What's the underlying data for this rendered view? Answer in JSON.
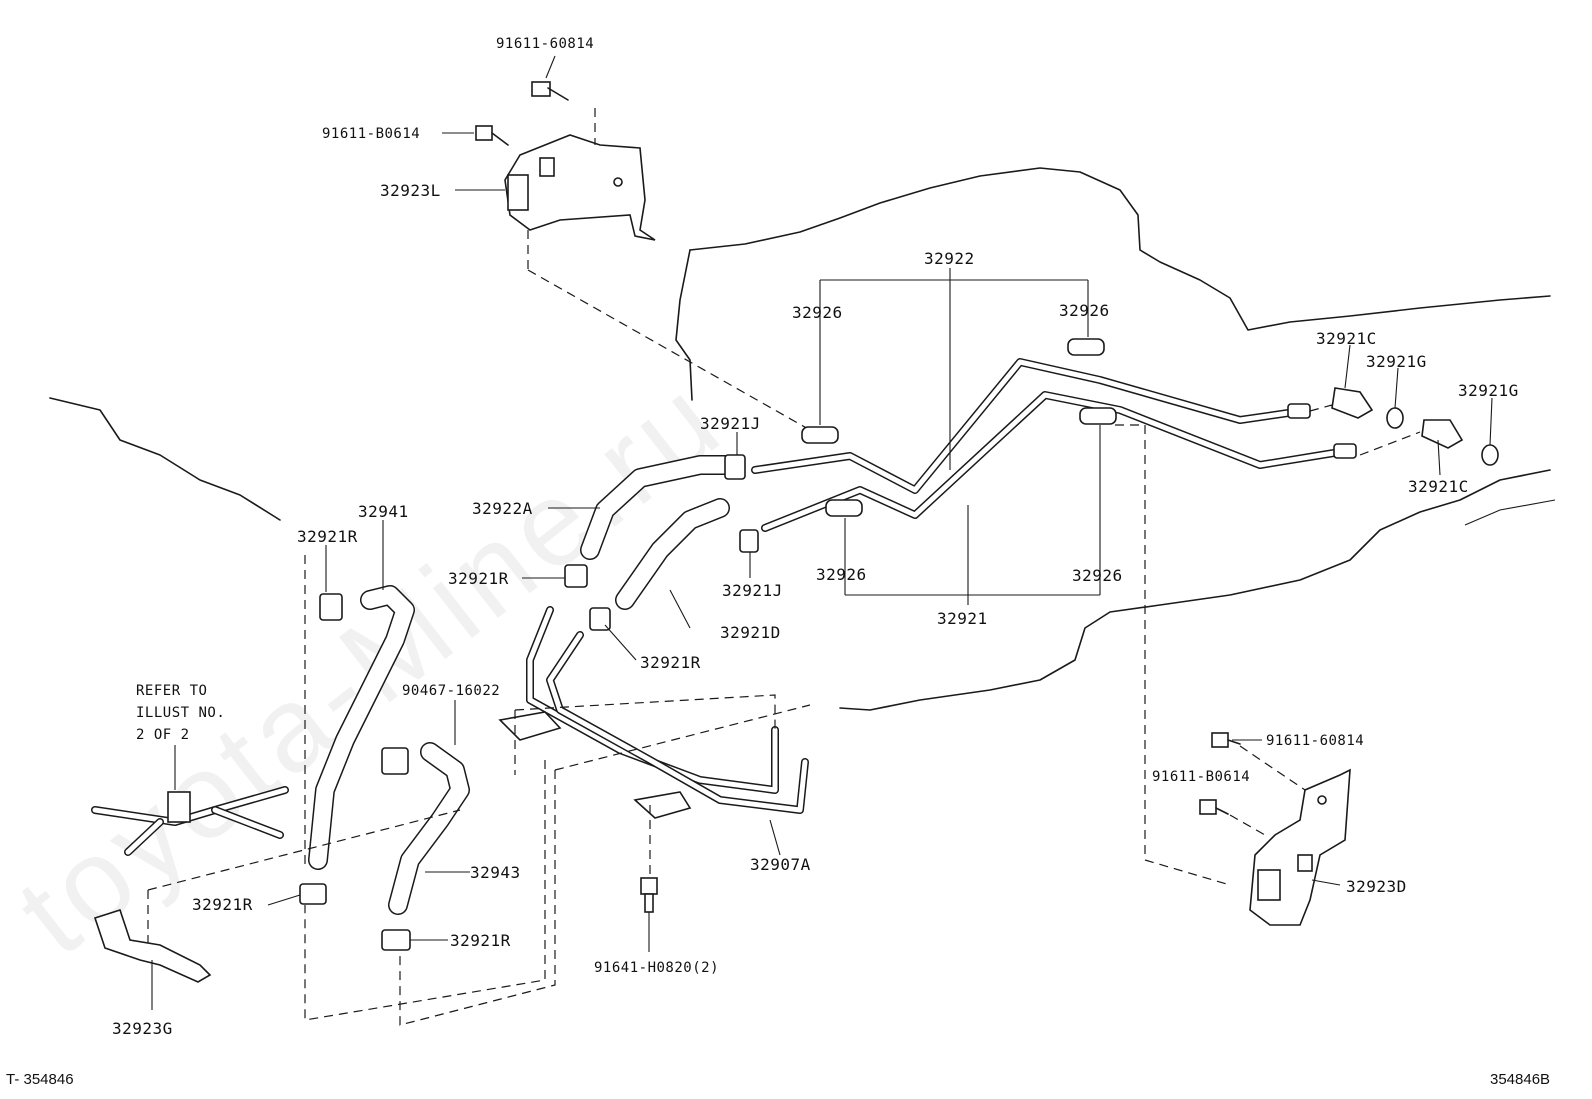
{
  "watermark": "toyota-Mine.ru",
  "corner_left": "T- 354846",
  "corner_right": "354846B",
  "note": [
    "REFER TO",
    "ILLUST NO.",
    "2 OF 2"
  ],
  "callouts": {
    "c01": "91611-60814",
    "c02": "91611-B0614",
    "c03": "32923L",
    "c04": "32922",
    "c05": "32926",
    "c06": "32926",
    "c07": "32921C",
    "c08": "32921G",
    "c09": "32921G",
    "c10": "32921C",
    "c11": "32921J",
    "c12": "32922A",
    "c13": "32941",
    "c14": "32921R",
    "c15": "32921R",
    "c16": "32921J",
    "c17": "32926",
    "c18": "32926",
    "c19": "32921D",
    "c20": "32921",
    "c21": "32921R",
    "c22": "90467-16022",
    "c23": "32921R",
    "c24": "32943",
    "c25": "32921R",
    "c26": "32907A",
    "c27": "91641-H0820(2)",
    "c28": "32923G",
    "c29": "91611-60814",
    "c30": "91611-B0614",
    "c31": "32923D"
  }
}
